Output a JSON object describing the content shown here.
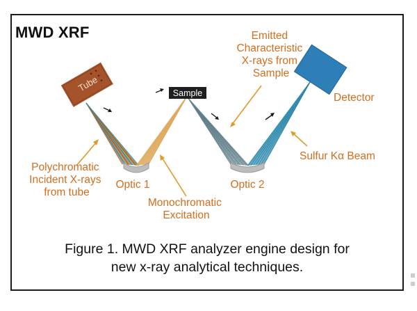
{
  "title": "MWD XRF",
  "components": {
    "tube": "Tube",
    "sample": "Sample",
    "detector": "Detector",
    "optic1": "Optic 1",
    "optic2": "Optic 2"
  },
  "annotations": {
    "polychromatic": [
      "Polychromatic",
      "Incident X-rays",
      "from tube"
    ],
    "monochromatic": [
      "Monochromatic",
      "Excitation"
    ],
    "emitted": [
      "Emitted",
      "Characteristic",
      "X-rays from",
      "Sample"
    ],
    "sulfur_beam": "Sulfur Kα Beam"
  },
  "caption": {
    "line1": "Figure 1. MWD XRF analyzer engine design for",
    "line2": "new x-ray analytical techniques."
  },
  "colors": {
    "tube": "#a4532b",
    "detector": "#2e7fb8",
    "label": "#d26e1e",
    "monochromatic_beam": "#e5b873",
    "sulfur_beam": "#2d8fb5",
    "optic": "#bdbdbd"
  }
}
